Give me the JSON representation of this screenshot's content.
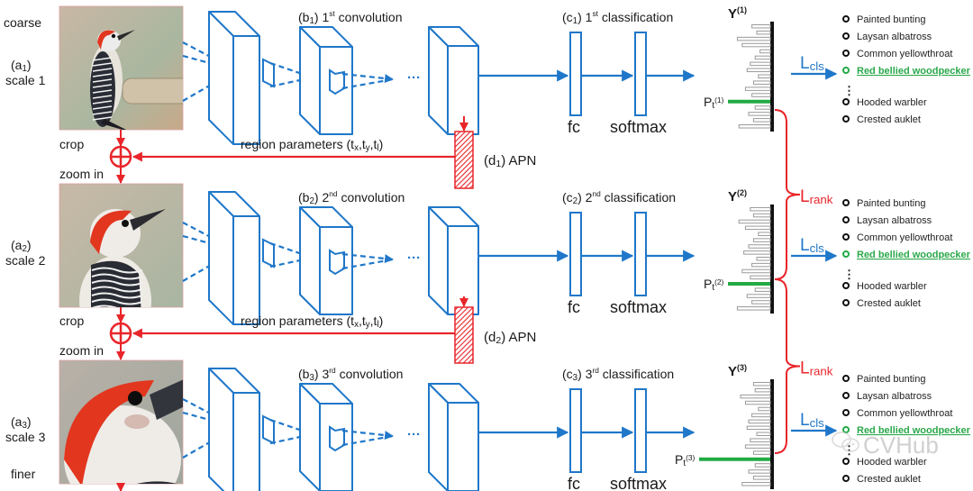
{
  "colors": {
    "cnn_blue": "#1f77c9",
    "apn_red": "#e8252a",
    "target_green": "#22aa44",
    "bar_gray": "#9a9a9a",
    "axis_black": "#111111",
    "text": "#1a1a1a"
  },
  "side_labels": {
    "coarse": "coarse",
    "finer": "finer",
    "crop": "crop",
    "zoom_in": "zoom in"
  },
  "scales": [
    {
      "id": "a1",
      "prefix": "(a",
      "sub": "1",
      "suffix": ")",
      "scale_label": "scale 1",
      "image_desc": "woodpecker-full-body",
      "conv": {
        "prefix": "(b",
        "sub": "1",
        "mid": ") 1",
        "sup": "st",
        "suffix": " convolution"
      },
      "cls": {
        "prefix": "(c",
        "sub": "1",
        "mid": ") 1",
        "sup": "st",
        "suffix": " classification"
      },
      "fc_label": "fc",
      "softmax_label": "softmax",
      "y_label": "Y",
      "y_sup": "(1)",
      "pt_label": "P",
      "pt_sub": "t",
      "pt_sup": "(1)",
      "bars": [
        0.4,
        0.25,
        0.85,
        0.7,
        0.15,
        0.3,
        0.45,
        0.55,
        0.2,
        0.35,
        0.6,
        0.4,
        0.9,
        0.3,
        0.5,
        0.35,
        0.8
      ],
      "target_index": 12
    },
    {
      "id": "a2",
      "prefix": "(a",
      "sub": "2",
      "suffix": ")",
      "scale_label": "scale 2",
      "image_desc": "woodpecker-upper-body",
      "conv": {
        "prefix": "(b",
        "sub": "2",
        "mid": ") 2",
        "sup": "nd",
        "suffix": " convolution"
      },
      "cls": {
        "prefix": "(c",
        "sub": "2",
        "mid": ") 2",
        "sup": "nd",
        "suffix": " classification"
      },
      "fc_label": "fc",
      "softmax_label": "softmax",
      "y_label": "Y",
      "y_sup": "(2)",
      "pt_label": "P",
      "pt_sub": "t",
      "pt_sup": "(2)",
      "bars": [
        0.45,
        0.35,
        0.8,
        0.6,
        0.2,
        0.35,
        0.5,
        0.65,
        0.25,
        0.4,
        0.7,
        0.45,
        1.0,
        0.3,
        0.55,
        0.4,
        0.85
      ],
      "target_index": 12
    },
    {
      "id": "a3",
      "prefix": "(a",
      "sub": "3",
      "suffix": ")",
      "scale_label": "scale 3",
      "image_desc": "woodpecker-head-closeup",
      "conv": {
        "prefix": "(b",
        "sub": "3",
        "mid": ") 3",
        "sup": "rd",
        "suffix": " convolution"
      },
      "cls": {
        "prefix": "(c",
        "sub": "3",
        "mid": ") 3",
        "sup": "rd",
        "suffix": " classification"
      },
      "fc_label": "fc",
      "softmax_label": "softmax",
      "y_label": "Y",
      "y_sup": "(3)",
      "pt_label": "P",
      "pt_sub": "t",
      "pt_sup": "(3)",
      "bars": [
        0.35,
        0.3,
        0.75,
        0.6,
        0.2,
        0.4,
        0.5,
        0.55,
        0.25,
        0.45,
        0.6,
        0.35,
        1.0,
        0.3,
        0.5,
        0.35,
        0.7
      ],
      "target_index": 12
    }
  ],
  "apn": [
    {
      "prefix": "(d",
      "sub": "1",
      "suffix": ") APN",
      "region_params": "region parameters (t",
      "rp_x": "x",
      "rp_y": "y",
      "rp_l": "l"
    },
    {
      "prefix": "(d",
      "sub": "2",
      "suffix": ") APN",
      "region_params": "region parameters (t",
      "rp_x": "x",
      "rp_y": "y",
      "rp_l": "l"
    }
  ],
  "losses": {
    "rank_main": "L",
    "rank_sub": "rank",
    "cls_main": "L",
    "cls_sub": "cls"
  },
  "class_list": {
    "items": [
      "Painted bunting",
      "Laysan albatross",
      "Common yellowthroat",
      "Red bellied woodpecker",
      "Hooded warbler",
      "Crested auklet"
    ],
    "highlighted_index": 3,
    "ellipsis": "⋮"
  },
  "watermark": "CVHub"
}
